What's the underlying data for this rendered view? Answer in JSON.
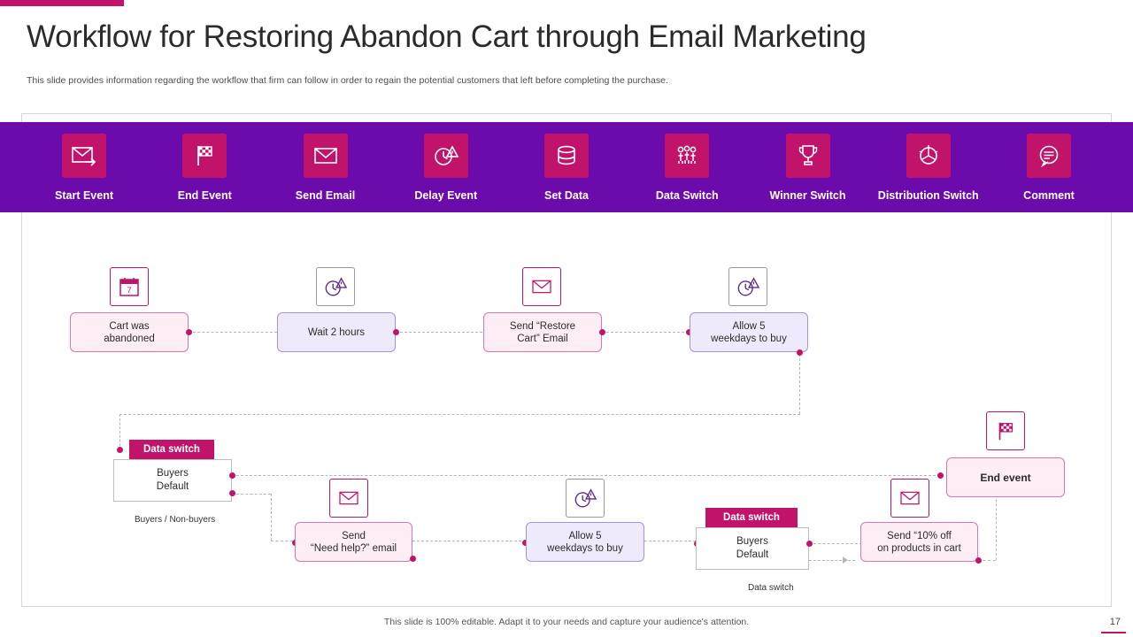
{
  "slide": {
    "title": "Workflow for Restoring Abandon Cart through Email Marketing",
    "subtitle": "This slide provides information regarding the workflow that firm can follow in order to regain the potential customers that left before completing the purchase.",
    "footer": "This slide is 100% editable. Adapt it to your needs and capture your audience's attention.",
    "page_number": "17",
    "accent_color": "#c2136a",
    "band_color": "#6c0bab"
  },
  "legend": {
    "items": [
      {
        "label": "Start Event",
        "icon": "envelope-arrow-icon"
      },
      {
        "label": "End Event",
        "icon": "checkered-flag-icon"
      },
      {
        "label": "Send Email",
        "icon": "envelope-icon"
      },
      {
        "label": "Delay Event",
        "icon": "clock-alert-icon"
      },
      {
        "label": "Set Data",
        "icon": "database-icon"
      },
      {
        "label": "Data Switch",
        "icon": "people-icon"
      },
      {
        "label": "Winner Switch",
        "icon": "trophy-icon"
      },
      {
        "label": "Distribution Switch",
        "icon": "distribution-icon"
      },
      {
        "label": "Comment",
        "icon": "comment-icon"
      }
    ]
  },
  "diagram": {
    "nodes": [
      {
        "id": "n1",
        "label": "Cart was\nabandoned",
        "line1": "Cart was",
        "line2": "abandoned",
        "style": "pink",
        "icon": "calendar-icon"
      },
      {
        "id": "n2",
        "label": "Wait 2 hours",
        "line1": "Wait 2 hours",
        "line2": "",
        "style": "lilac",
        "icon": "clock-alert-icon"
      },
      {
        "id": "n3",
        "label": "Send “Restore Cart” Email",
        "line1": "Send “Restore",
        "line2": "Cart” Email",
        "style": "pink",
        "icon": "envelope-icon"
      },
      {
        "id": "n4",
        "label": "Allow 5 weekdays to buy",
        "line1": "Allow 5",
        "line2": "weekdays to buy",
        "style": "lilac",
        "icon": "clock-alert-icon"
      },
      {
        "id": "n5",
        "label": "Send “Need help?” email",
        "line1": "Send",
        "line2": "“Need help?” email",
        "style": "pink",
        "icon": "envelope-icon"
      },
      {
        "id": "n6",
        "label": "Allow 5 weekdays to buy",
        "line1": "Allow 5",
        "line2": "weekdays to buy",
        "style": "lilac",
        "icon": "clock-alert-icon"
      },
      {
        "id": "n7",
        "label": "Send “10% off on products in cart",
        "line1": "Send “10% off",
        "line2": "on products in cart",
        "style": "pink",
        "icon": "envelope-icon"
      },
      {
        "id": "n8",
        "label": "End event",
        "line1": "End event",
        "line2": "",
        "style": "pink",
        "icon": "checkered-flag-icon"
      }
    ],
    "switches": [
      {
        "id": "s1",
        "title": "Data switch",
        "row1": "Buyers",
        "row2": "Default",
        "caption": "Buyers / Non-buyers"
      },
      {
        "id": "s2",
        "title": "Data switch",
        "row1": "Buyers",
        "row2": "Default",
        "caption": "Data switch"
      }
    ]
  }
}
